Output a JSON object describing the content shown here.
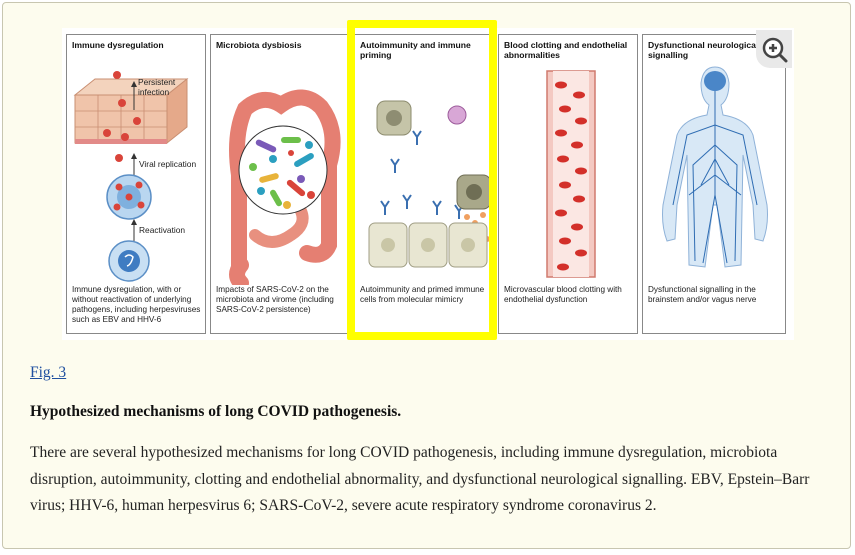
{
  "figure": {
    "panels": [
      {
        "title": "Immune dysregulation",
        "caption": "Immune dysregulation, with or without reactivation of underlying pathogens, including herpesviruses such as EBV and HHV-6",
        "labels": {
          "persistent": "Persistent infection",
          "replication": "Viral replication",
          "reactivation": "Reactivation"
        }
      },
      {
        "title": "Microbiota dysbiosis",
        "caption": "Impacts of SARS-CoV-2 on the microbiota and virome (including SARS-CoV-2 persistence)"
      },
      {
        "title": "Autoimmunity and immune priming",
        "caption": "Autoimmunity and primed immune cells from molecular mimicry"
      },
      {
        "title": "Blood clotting and endothelial abnormalities",
        "caption": "Microvascular blood clotting with endothelial dysfunction"
      },
      {
        "title": "Dysfunctional neurological signalling",
        "caption": "Dysfunctional signalling in the brainstem and/or vagus nerve"
      }
    ],
    "highlight_color": "#ffff00",
    "zoom_icon": "zoom-in-icon"
  },
  "caption": {
    "link": "Fig. 3",
    "title": "Hypothesized mechanisms of long COVID pathogenesis.",
    "text": "There are several hypothesized mechanisms for long COVID pathogenesis, including immune dysregulation, microbiota disruption, autoimmunity, clotting and endothelial abnormality, and dysfunctional neurological signalling. EBV, Epstein–Barr virus; HHV-6, human herpesvirus 6; SARS-CoV-2, severe acute respiratory syndrome coronavirus 2."
  }
}
